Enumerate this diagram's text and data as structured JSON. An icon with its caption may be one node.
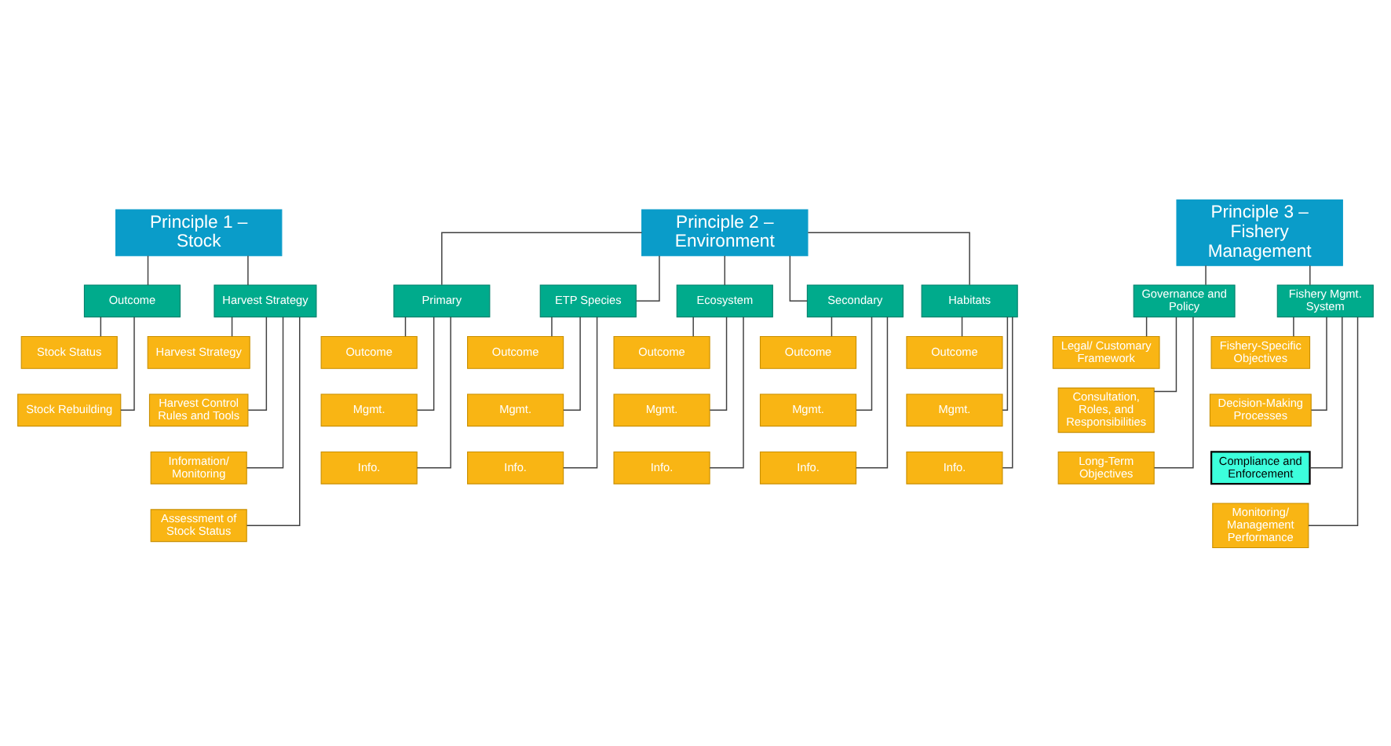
{
  "diagram": {
    "nodes": [
      {
        "text": [
          "Principle 1 – Stock"
        ]
      },
      {
        "text": [
          "Principle 2 – Environment"
        ]
      },
      {
        "text": [
          "Principle 3 – Fishery Management"
        ]
      },
      {
        "text": [
          "Outcome"
        ]
      },
      {
        "text": [
          "Harvest Strategy"
        ]
      },
      {
        "text": [
          "Primary"
        ]
      },
      {
        "text": [
          "ETP Species"
        ]
      },
      {
        "text": [
          "Ecosystem"
        ]
      },
      {
        "text": [
          "Governance and Policy"
        ]
      },
      {
        "text": [
          "Fishery Mgmt. System"
        ]
      },
      {
        "text": [
          "Stock Status"
        ]
      },
      {
        "text": [
          "Stock Rebuilding"
        ]
      },
      {
        "text": [
          "Harvest Strategy"
        ]
      },
      {
        "text": [
          "Harvest Control Rules and Tools"
        ]
      },
      {
        "text": [
          "Information/ Monitoring"
        ]
      },
      {
        "text": [
          "Assessment of Stock Status"
        ]
      },
      {
        "text": [
          "Outcome"
        ]
      },
      {
        "text": [
          "Mgmt."
        ]
      },
      {
        "text": [
          "Info."
        ]
      },
      {
        "text": [
          "Outcome"
        ]
      },
      {
        "text": [
          "Mgmt."
        ]
      },
      {
        "text": [
          "Info."
        ]
      },
      {
        "text": [
          "Outcome"
        ]
      },
      {
        "text": [
          "Mgmt."
        ]
      },
      {
        "text": [
          "Info."
        ]
      },
      {
        "text": [
          "Legal/ Customary Framework"
        ]
      },
      {
        "text": [
          "Consultation, Roles, and Responsibilities"
        ]
      },
      {
        "text": [
          "Long-Term Objectives"
        ]
      },
      {
        "text": [
          "Fishery-Specific Objectives"
        ]
      },
      {
        "text": [
          "Decision-Making Processes"
        ]
      },
      {
        "text": [
          "Compliance and Enforcement"
        ]
      },
      {
        "text": [
          "Monitoring/ Management Performance"
        ]
      },
      {
        "text": [
          "Secondary"
        ]
      },
      {
        "text": [
          "Habitats"
        ]
      },
      {
        "text": [
          "Outcome"
        ]
      },
      {
        "text": [
          "Mgmt."
        ]
      },
      {
        "text": [
          "Info."
        ]
      },
      {
        "text": [
          "Outcome"
        ]
      },
      {
        "text": [
          "Mgmt."
        ]
      },
      {
        "text": [
          "Info."
        ]
      }
    ],
    "edges": [
      {
        "from": 0,
        "to": 3,
        "arrow": "none"
      },
      {
        "from": 0,
        "to": 4,
        "arrow": "none"
      },
      {
        "from": 1,
        "to": 5,
        "arrow": "none"
      },
      {
        "from": 1,
        "to": 6,
        "arrow": "none"
      },
      {
        "from": 1,
        "to": 7,
        "arrow": "none"
      },
      {
        "from": 1,
        "to": 32,
        "arrow": "none"
      },
      {
        "from": 1,
        "to": 33,
        "arrow": "none"
      },
      {
        "from": 2,
        "to": 8,
        "arrow": "none"
      },
      {
        "from": 2,
        "to": 9,
        "arrow": "none"
      },
      {
        "from": 3,
        "to": 10,
        "arrow": "none"
      },
      {
        "from": 3,
        "to": 11,
        "arrow": "none"
      },
      {
        "from": 4,
        "to": 12,
        "arrow": "none"
      },
      {
        "from": 4,
        "to": 13,
        "arrow": "none"
      },
      {
        "from": 4,
        "to": 14,
        "arrow": "none"
      },
      {
        "from": 4,
        "to": 15,
        "arrow": "none"
      },
      {
        "from": 5,
        "to": 16,
        "arrow": "none"
      },
      {
        "from": 5,
        "to": 17,
        "arrow": "none"
      },
      {
        "from": 5,
        "to": 18,
        "arrow": "none"
      },
      {
        "from": 6,
        "to": 19,
        "arrow": "none"
      },
      {
        "from": 6,
        "to": 20,
        "arrow": "none"
      },
      {
        "from": 6,
        "to": 21,
        "arrow": "none"
      },
      {
        "from": 7,
        "to": 22,
        "arrow": "none"
      },
      {
        "from": 7,
        "to": 23,
        "arrow": "none"
      },
      {
        "from": 7,
        "to": 24,
        "arrow": "none"
      },
      {
        "from": 8,
        "to": 25,
        "arrow": "none"
      },
      {
        "from": 8,
        "to": 26,
        "arrow": "none"
      },
      {
        "from": 8,
        "to": 27,
        "arrow": "none"
      },
      {
        "from": 9,
        "to": 28,
        "arrow": "none"
      },
      {
        "from": 9,
        "to": 29,
        "arrow": "none"
      },
      {
        "from": 9,
        "to": 30,
        "arrow": "none"
      },
      {
        "from": 9,
        "to": 31,
        "arrow": "none"
      },
      {
        "from": 32,
        "to": 34,
        "arrow": "none"
      },
      {
        "from": 32,
        "to": 35,
        "arrow": "none"
      },
      {
        "from": 32,
        "to": 36,
        "arrow": "none"
      },
      {
        "from": 33,
        "to": 37,
        "arrow": "none"
      },
      {
        "from": 33,
        "to": 38,
        "arrow": "none"
      },
      {
        "from": 33,
        "to": 39,
        "arrow": "none"
      }
    ]
  }
}
